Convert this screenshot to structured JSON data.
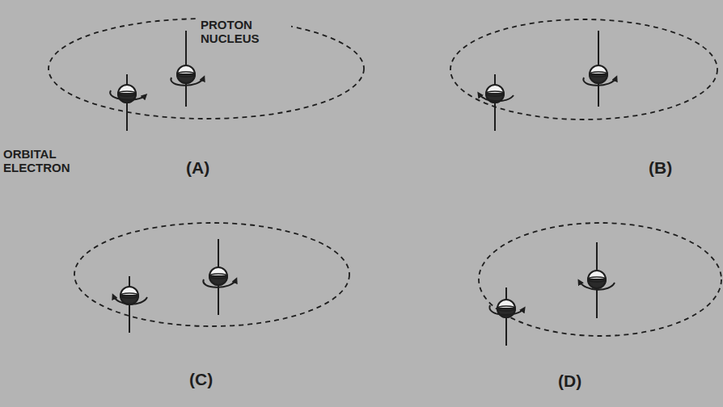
{
  "diagram": {
    "labels": [
      "PROTON NUCLEUS",
      "ORBITAL ELECTRON",
      "(A)",
      "(B)",
      "(C)",
      "(D)"
    ]
  }
}
